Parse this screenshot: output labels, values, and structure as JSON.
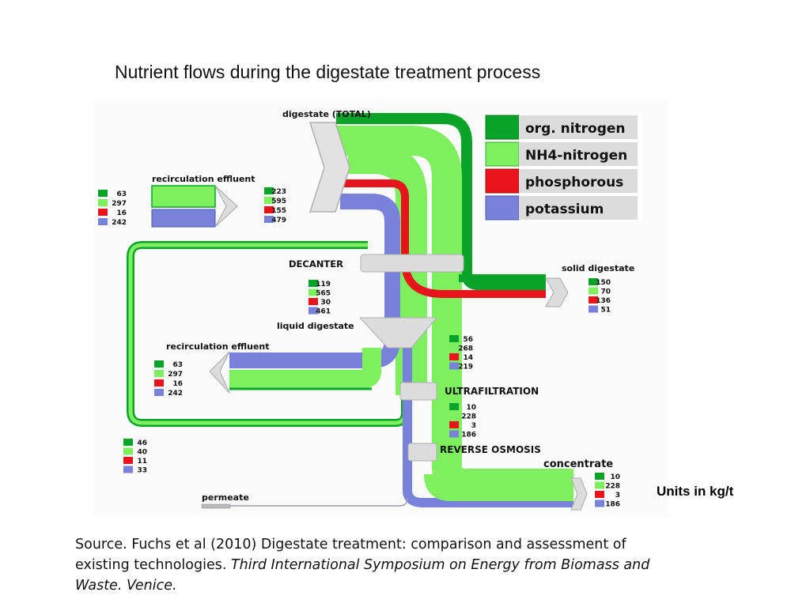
{
  "title": "Nutrient flows during the digestate treatment process",
  "units_note": "Units in kg/t",
  "source": {
    "plain": "Source. Fuchs et al (2010) Digestate treatment: comparison and assessment of existing technologies. ",
    "italic": "Third International Symposium on Energy from Biomass and Waste. Venice."
  },
  "legend": [
    {
      "label": "org. nitrogen",
      "color": "#0aa32a"
    },
    {
      "label": "NH4-nitrogen",
      "color": "#7ef060"
    },
    {
      "label": "phosphorous",
      "color": "#e8141c"
    },
    {
      "label": "potassium",
      "color": "#7882d8"
    }
  ],
  "colors": {
    "org_nitrogen": "#0aa32a",
    "nh4_nitrogen": "#7ef060",
    "phosphorous": "#e8141c",
    "potassium": "#7882d8",
    "node": "#dcdcdc"
  },
  "labels": {
    "digestate_total": "digestate (TOTAL)",
    "recirc_top": "recirculation effluent",
    "decanter": "DECANTER",
    "liquid_digestate": "liquid digestate",
    "recirc_mid": "recirculation effluent",
    "solid_digestate": "solid digestate",
    "ultrafiltration": "ULTRAFILTRATION",
    "reverse_osmosis": "REVERSE OSMOSIS",
    "concentrate": "concentrate",
    "permeate": "permeate"
  },
  "values": {
    "recirc_top_left": [
      "63",
      "297",
      "16",
      "242"
    ],
    "recirc_top_right": [
      "223",
      "595",
      "155",
      "479"
    ],
    "decanter": [
      "119",
      "565",
      "30",
      "461"
    ],
    "recirc_mid": [
      "63",
      "297",
      "16",
      "242"
    ],
    "solid_digestate": [
      "150",
      "70",
      "136",
      "51"
    ],
    "liquid_digestate": [
      "56",
      "268",
      "14",
      "219"
    ],
    "ultrafiltration": [
      "10",
      "228",
      "3",
      "186"
    ],
    "permeate": [
      "46",
      "40",
      "11",
      "33"
    ],
    "concentrate": [
      "10",
      "228",
      "3",
      "186"
    ]
  }
}
